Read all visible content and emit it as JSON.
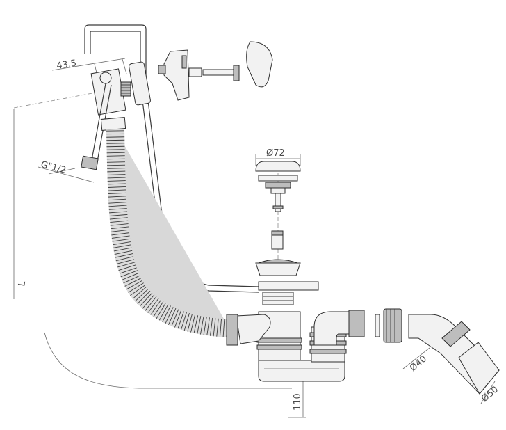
{
  "dimensions": {
    "offset_43_5": "43.5",
    "thread": "G\"1/2",
    "cap_diameter": "Ø72",
    "length_l": "L",
    "pipe_diameter_40": "Ø40",
    "pipe_diameter_50": "Ø50",
    "height_110": "110"
  },
  "colors": {
    "stroke": "#2f2f2f",
    "fill_light": "#f2f2f2",
    "fill_mid": "#d8d8d8",
    "fill_dark": "#bdbdbd",
    "background": "#ffffff"
  }
}
